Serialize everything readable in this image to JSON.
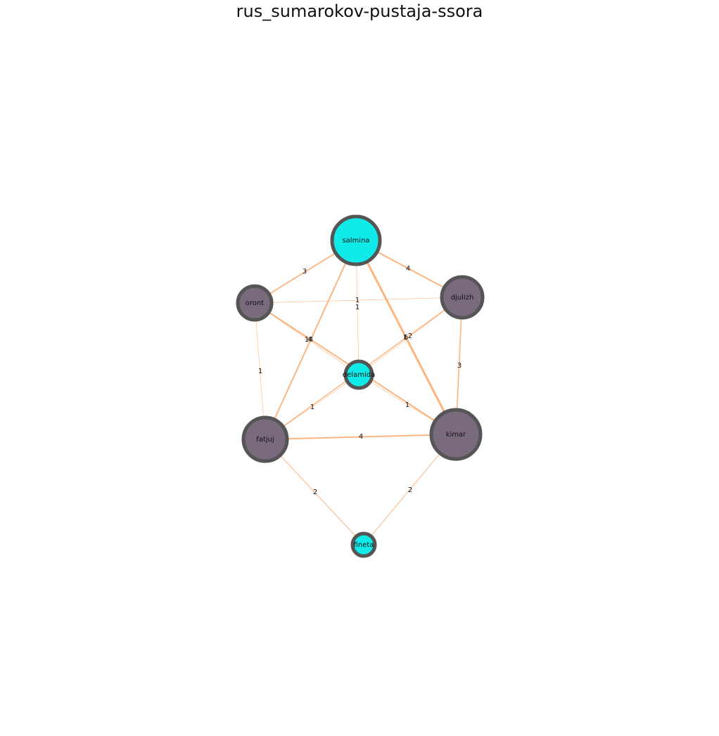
{
  "title": "rus_sumarokov-pustaja-ssora",
  "colors": {
    "edge": "#fdb57f",
    "node_outline": "#555555",
    "node_cyan": "#10ebea",
    "node_purple": "#7a6a7d",
    "background": "#ffffff"
  },
  "nodes": [
    {
      "id": "salmina",
      "label": "salmina",
      "group": "cyan"
    },
    {
      "id": "oront",
      "label": "oront",
      "group": "purple"
    },
    {
      "id": "djulizh",
      "label": "djulizh",
      "group": "purple"
    },
    {
      "id": "delamida",
      "label": "delamida",
      "group": "cyan"
    },
    {
      "id": "fatjuj",
      "label": "fatjuj",
      "group": "purple"
    },
    {
      "id": "kimar",
      "label": "kimar",
      "group": "purple"
    },
    {
      "id": "fineta",
      "label": "fineta",
      "group": "cyan"
    }
  ],
  "edges": [
    {
      "source": "salmina",
      "target": "oront",
      "weight": "3"
    },
    {
      "source": "salmina",
      "target": "djulizh",
      "weight": "4"
    },
    {
      "source": "salmina",
      "target": "delamida",
      "weight": "1"
    },
    {
      "source": "salmina",
      "target": "fatjuj",
      "weight": "4"
    },
    {
      "source": "salmina",
      "target": "kimar",
      "weight": "6"
    },
    {
      "source": "oront",
      "target": "djulizh",
      "weight": "1"
    },
    {
      "source": "oront",
      "target": "delamida",
      "weight": "1"
    },
    {
      "source": "oront",
      "target": "kimar",
      "weight": "4"
    },
    {
      "source": "oront",
      "target": "fatjuj",
      "weight": "1"
    },
    {
      "source": "djulizh",
      "target": "delamida",
      "weight": "1"
    },
    {
      "source": "djulizh",
      "target": "fatjuj",
      "weight": "2"
    },
    {
      "source": "djulizh",
      "target": "kimar",
      "weight": "3"
    },
    {
      "source": "delamida",
      "target": "fatjuj",
      "weight": "1"
    },
    {
      "source": "delamida",
      "target": "kimar",
      "weight": "1"
    },
    {
      "source": "fatjuj",
      "target": "kimar",
      "weight": "4"
    },
    {
      "source": "fatjuj",
      "target": "fineta",
      "weight": "2"
    },
    {
      "source": "kimar",
      "target": "fineta",
      "weight": "2"
    }
  ]
}
